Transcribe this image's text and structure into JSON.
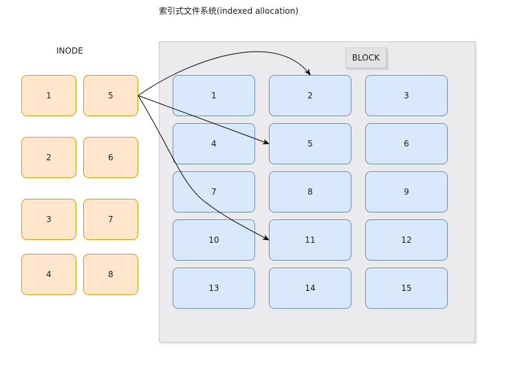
{
  "title": "索引式文件系统(indexed allocation)",
  "inode_label": "INODE",
  "block_label": "BLOCK",
  "inode_cells": [
    "1",
    "5",
    "2",
    "6",
    "3",
    "7",
    "4",
    "8"
  ],
  "block_cells": [
    "1",
    "2",
    "3",
    "4",
    "5",
    "6",
    "7",
    "8",
    "9",
    "10",
    "11",
    "12",
    "13",
    "14",
    "15"
  ]
}
